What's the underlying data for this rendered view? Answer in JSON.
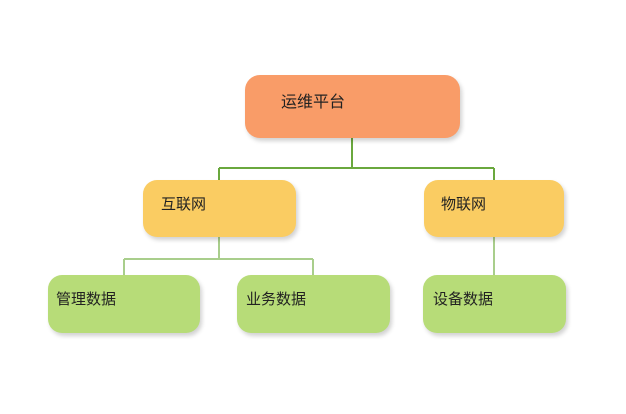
{
  "diagram": {
    "type": "tree",
    "background": "#ffffff",
    "text_color": "#222222",
    "nodes": {
      "root": {
        "label": "运维平台",
        "color": "#F99C68",
        "level": 1
      },
      "internet": {
        "label": "互联网",
        "color": "#FACC62",
        "level": 2
      },
      "iot": {
        "label": "物联网",
        "color": "#FACC62",
        "level": 2
      },
      "mgmt_data": {
        "label": "管理数据",
        "color": "#B7DC78",
        "level": 3
      },
      "business_data": {
        "label": "业务数据",
        "color": "#B7DC78",
        "level": 3
      },
      "device_data": {
        "label": "设备数据",
        "color": "#B7DC78",
        "level": 3
      }
    },
    "edges": [
      {
        "from": "运维平台",
        "to": "互联网"
      },
      {
        "from": "运维平台",
        "to": "物联网"
      },
      {
        "from": "互联网",
        "to": "管理数据"
      },
      {
        "from": "互联网",
        "to": "业务数据"
      },
      {
        "from": "物联网",
        "to": "设备数据"
      }
    ],
    "connector_colors": {
      "root_branch": "#6AA83E",
      "sub_branch": "#A9CE8C"
    }
  }
}
